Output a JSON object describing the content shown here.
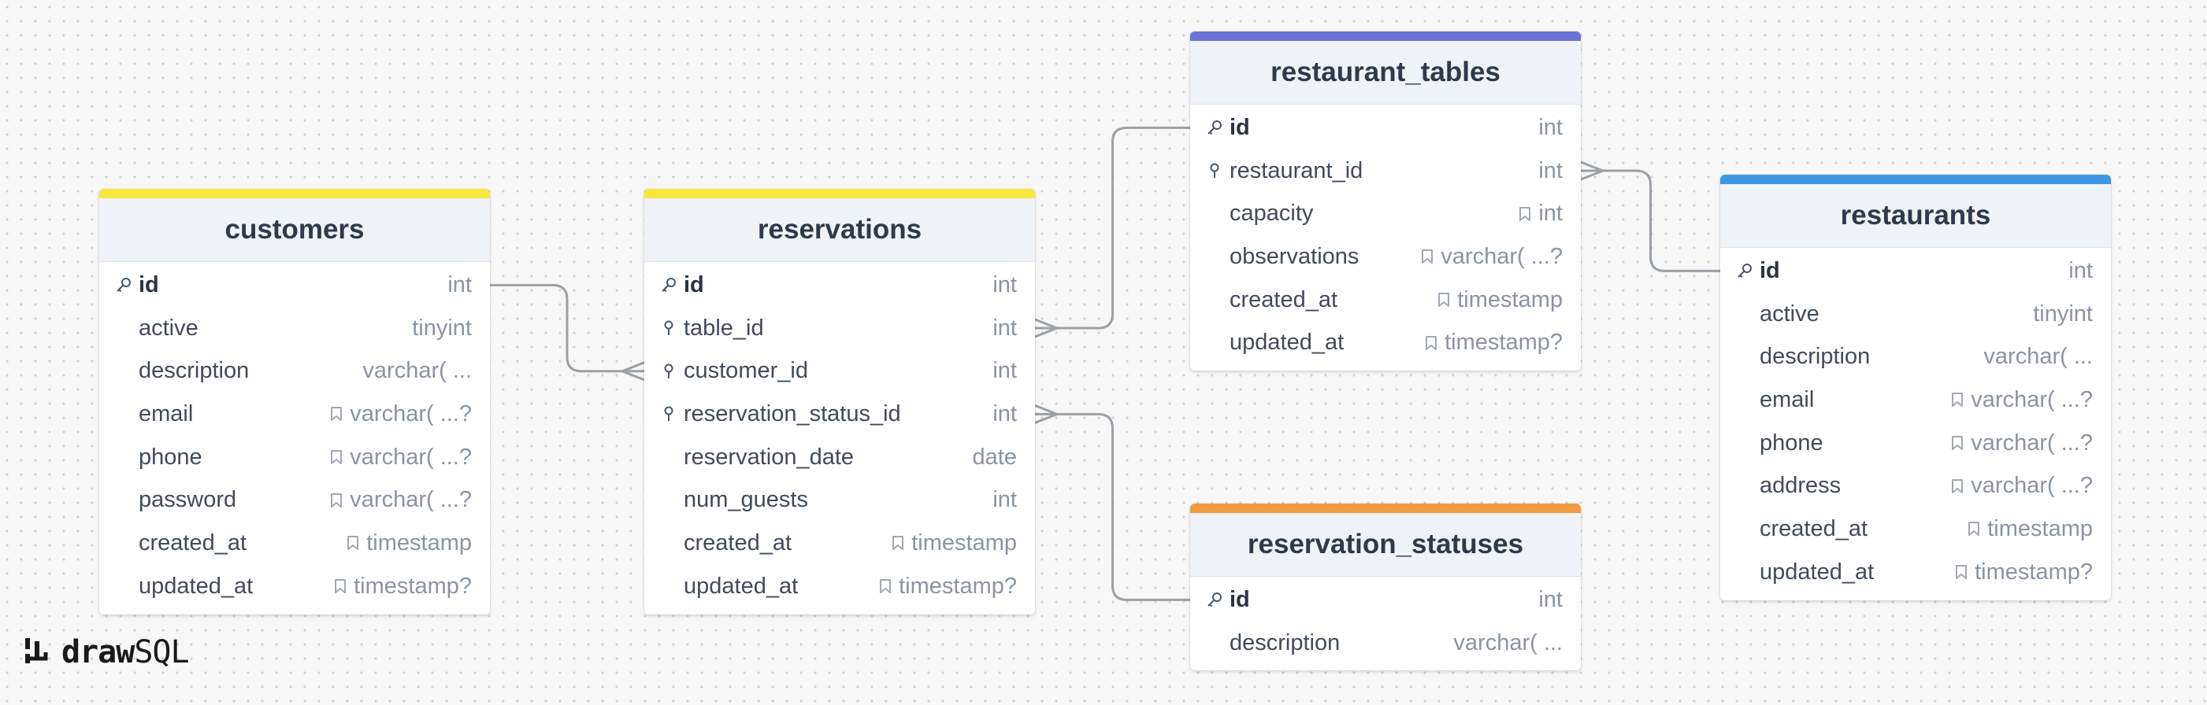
{
  "tables": [
    {
      "name": "customers",
      "color": "#f8e73f",
      "fields": [
        {
          "name": "id",
          "type": "int",
          "key": "pk"
        },
        {
          "name": "active",
          "type": "tinyint",
          "key": ""
        },
        {
          "name": "description",
          "type": "varchar( ...",
          "key": ""
        },
        {
          "name": "email",
          "type": "varchar( ...?",
          "key": "",
          "nullable": true
        },
        {
          "name": "phone",
          "type": "varchar( ...?",
          "key": "",
          "nullable": true
        },
        {
          "name": "password",
          "type": "varchar( ...?",
          "key": "",
          "nullable": true
        },
        {
          "name": "created_at",
          "type": "timestamp",
          "key": "",
          "nullable": true
        },
        {
          "name": "updated_at",
          "type": "timestamp?",
          "key": "",
          "nullable": true
        }
      ]
    },
    {
      "name": "reservations",
      "color": "#f8e73f",
      "fields": [
        {
          "name": "id",
          "type": "int",
          "key": "pk"
        },
        {
          "name": "table_id",
          "type": "int",
          "key": "fk"
        },
        {
          "name": "customer_id",
          "type": "int",
          "key": "fk"
        },
        {
          "name": "reservation_status_id",
          "type": "int",
          "key": "fk"
        },
        {
          "name": "reservation_date",
          "type": "date",
          "key": ""
        },
        {
          "name": "num_guests",
          "type": "int",
          "key": ""
        },
        {
          "name": "created_at",
          "type": "timestamp",
          "key": "",
          "nullable": true
        },
        {
          "name": "updated_at",
          "type": "timestamp?",
          "key": "",
          "nullable": true
        }
      ]
    },
    {
      "name": "restaurant_tables",
      "color": "#6a74d4",
      "fields": [
        {
          "name": "id",
          "type": "int",
          "key": "pk"
        },
        {
          "name": "restaurant_id",
          "type": "int",
          "key": "fk"
        },
        {
          "name": "capacity",
          "type": "int",
          "key": "",
          "nullable": true
        },
        {
          "name": "observations",
          "type": "varchar( ...?",
          "key": "",
          "nullable": true
        },
        {
          "name": "created_at",
          "type": "timestamp",
          "key": "",
          "nullable": true
        },
        {
          "name": "updated_at",
          "type": "timestamp?",
          "key": "",
          "nullable": true
        }
      ]
    },
    {
      "name": "reservation_statuses",
      "color": "#f29b43",
      "fields": [
        {
          "name": "id",
          "type": "int",
          "key": "pk"
        },
        {
          "name": "description",
          "type": "varchar( ...",
          "key": ""
        }
      ]
    },
    {
      "name": "restaurants",
      "color": "#3e97e0",
      "fields": [
        {
          "name": "id",
          "type": "int",
          "key": "pk"
        },
        {
          "name": "active",
          "type": "tinyint",
          "key": ""
        },
        {
          "name": "description",
          "type": "varchar( ...",
          "key": ""
        },
        {
          "name": "email",
          "type": "varchar( ...?",
          "key": "",
          "nullable": true
        },
        {
          "name": "phone",
          "type": "varchar( ...?",
          "key": "",
          "nullable": true
        },
        {
          "name": "address",
          "type": "varchar( ...?",
          "key": "",
          "nullable": true
        },
        {
          "name": "created_at",
          "type": "timestamp",
          "key": "",
          "nullable": true
        },
        {
          "name": "updated_at",
          "type": "timestamp?",
          "key": "",
          "nullable": true
        }
      ]
    }
  ],
  "relations": [
    {
      "from_table": "customers",
      "from_field": "id",
      "to_table": "reservations",
      "to_field": "customer_id",
      "cardinality": "one-to-many"
    },
    {
      "from_table": "restaurant_tables",
      "from_field": "id",
      "to_table": "reservations",
      "to_field": "table_id",
      "cardinality": "one-to-many"
    },
    {
      "from_table": "reservation_statuses",
      "from_field": "id",
      "to_table": "reservations",
      "to_field": "reservation_status_id",
      "cardinality": "one-to-many"
    },
    {
      "from_table": "restaurants",
      "from_field": "id",
      "to_table": "restaurant_tables",
      "to_field": "restaurant_id",
      "cardinality": "one-to-many"
    }
  ],
  "logo": {
    "word_bold": "draw",
    "word_light": "SQL"
  },
  "colors": {
    "link": "#9aa0a6",
    "canvas": "#f7f7f7"
  }
}
